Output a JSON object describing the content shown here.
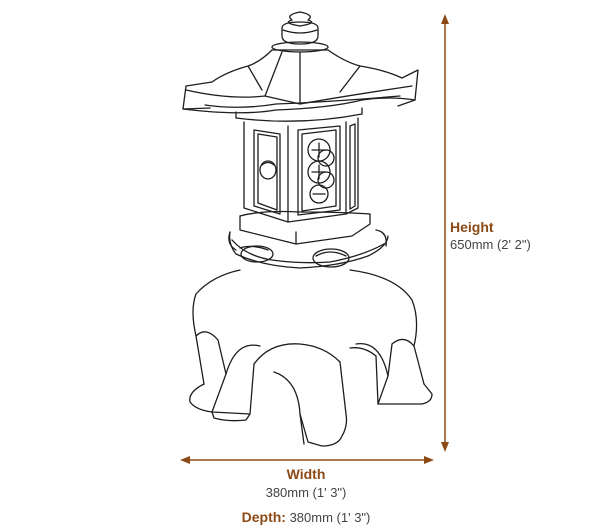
{
  "colors": {
    "dimension": "#8b4a16",
    "line": "#1e1e1e",
    "text": "#444444"
  },
  "object": "japanese-pagoda-lantern",
  "dimensions": {
    "height": {
      "label": "Height",
      "value": "650mm (2' 2\")"
    },
    "width": {
      "label": "Width",
      "value": "380mm (1' 3\")"
    },
    "depth": {
      "label": "Depth:",
      "value": "380mm (1' 3\")"
    }
  }
}
